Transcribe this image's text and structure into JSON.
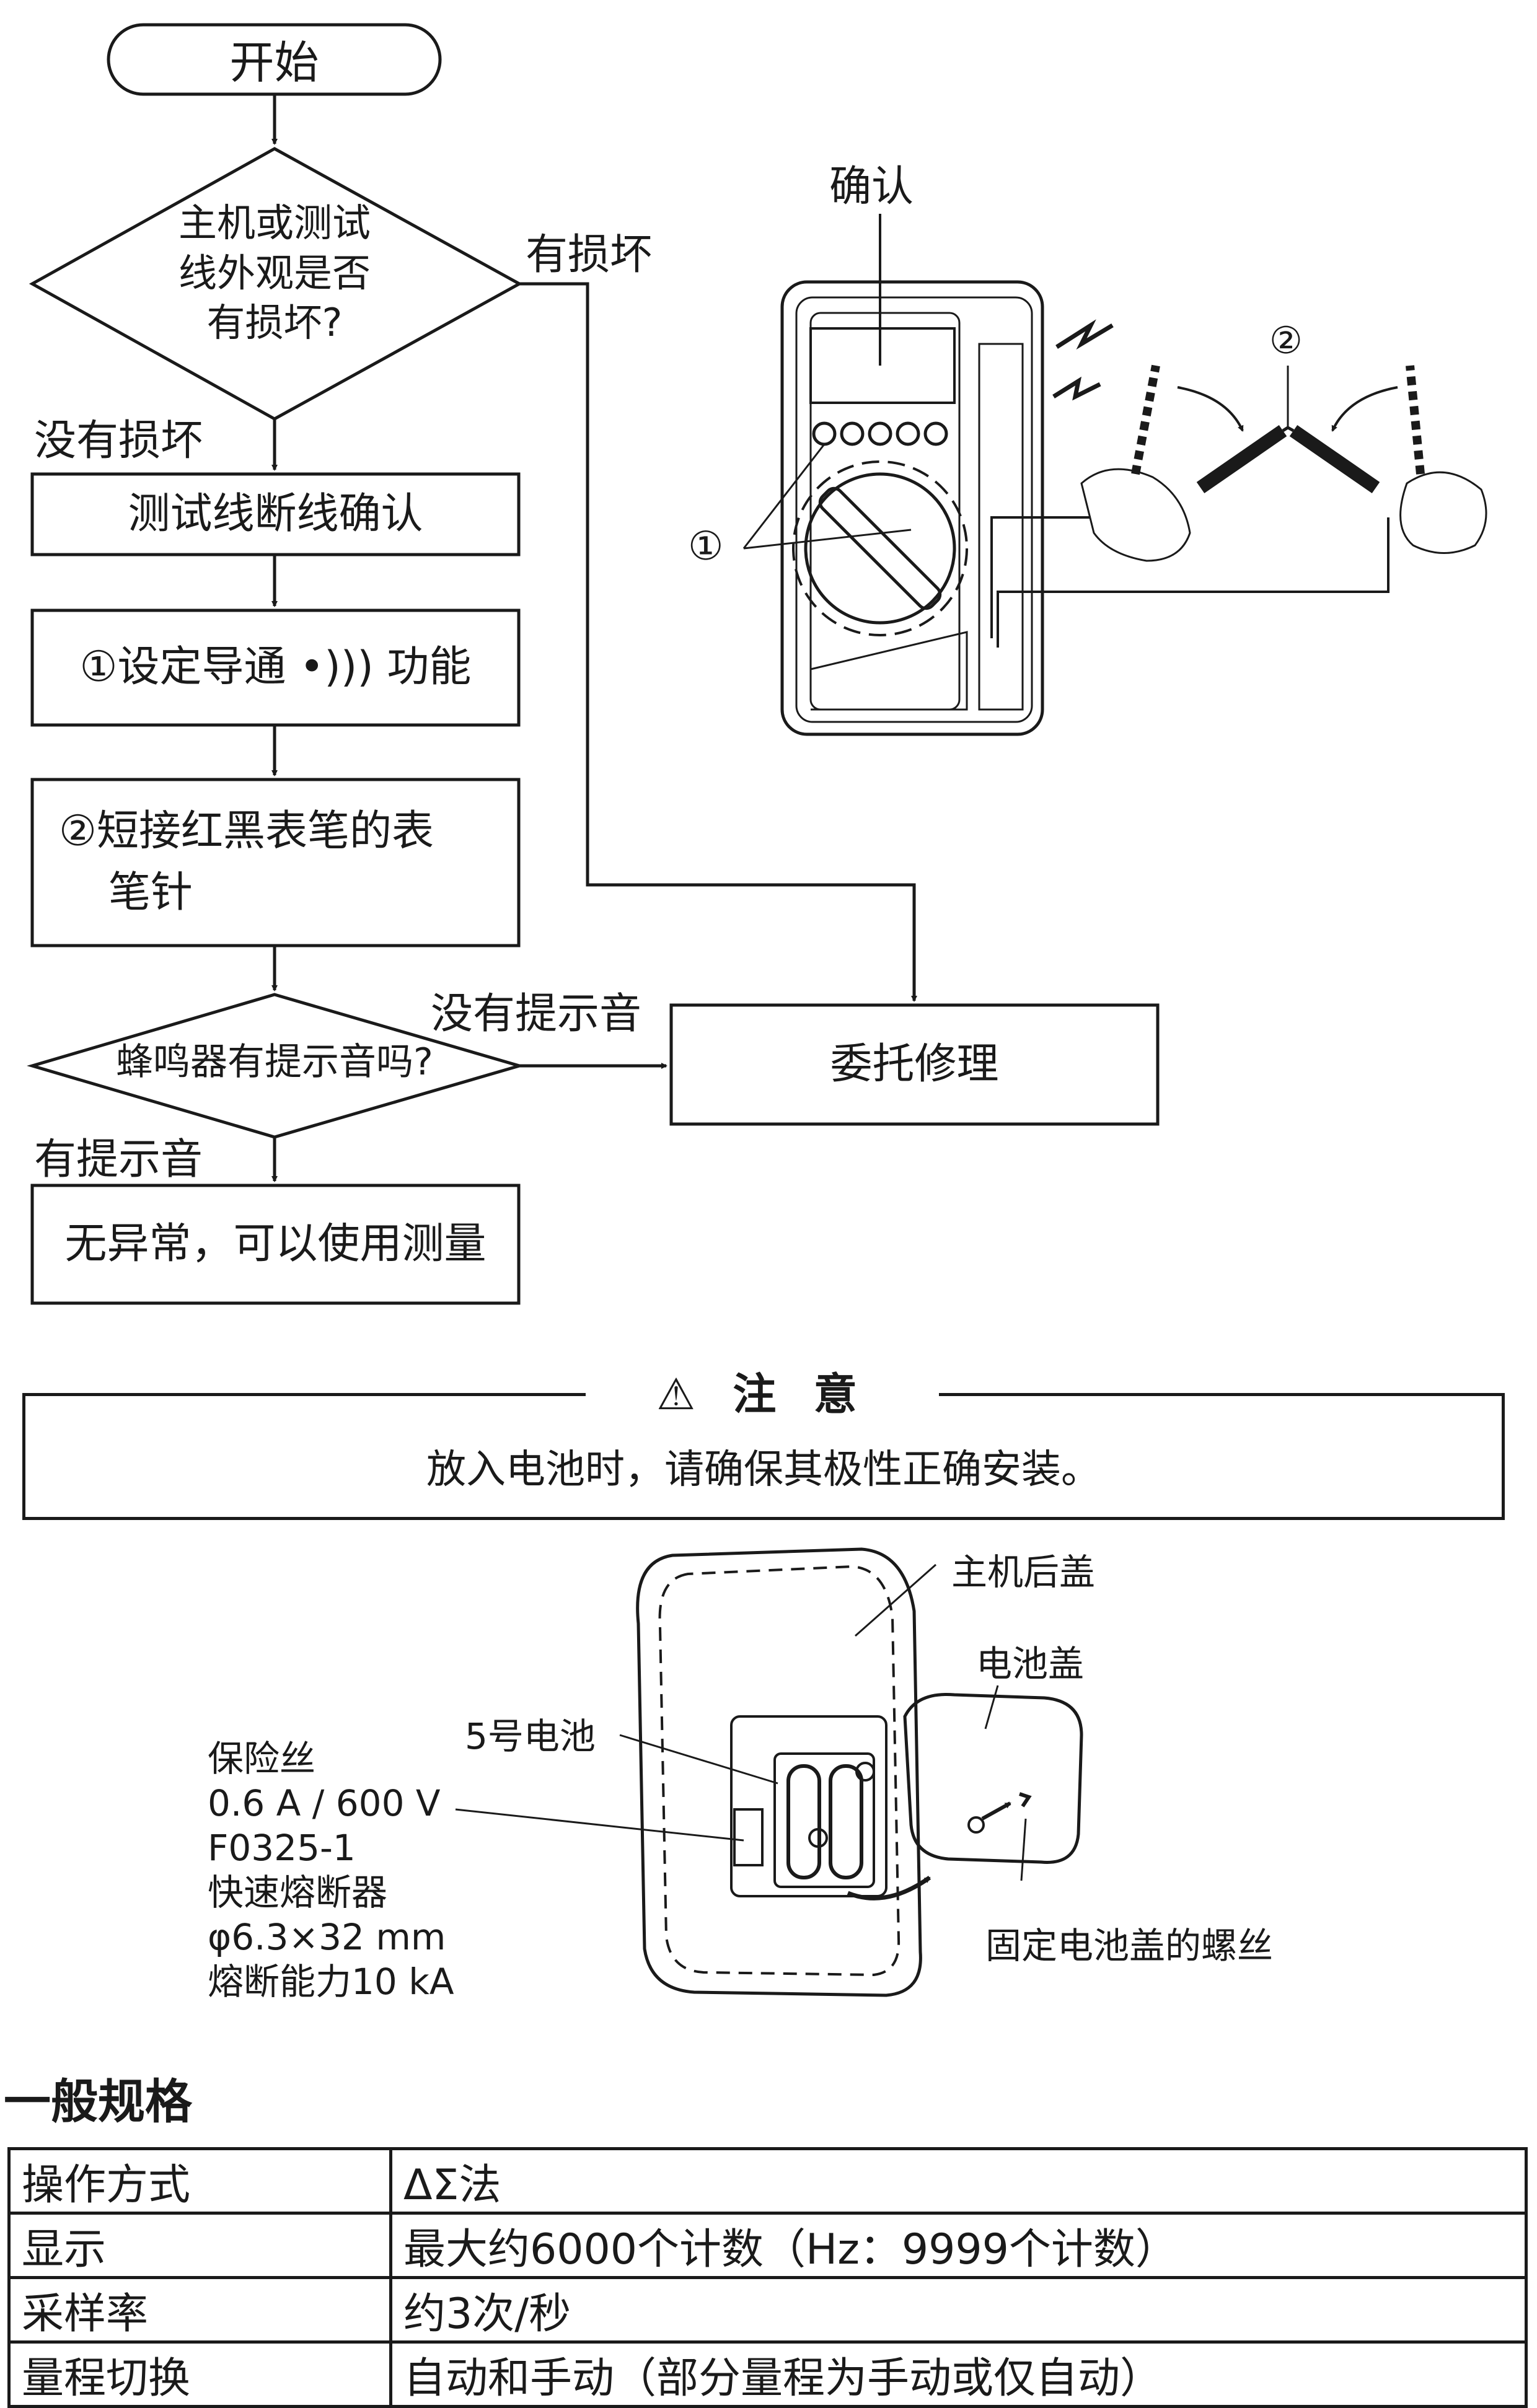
{
  "flowchart": {
    "start": "开始",
    "decision_damage": [
      "主机或测试",
      "线外观是否",
      "有损坏?"
    ],
    "label_damaged": "有损坏",
    "label_not_damaged": "没有损坏",
    "step_check_leads": "测试线断线确认",
    "step_set_continuity": "①设定导通 •))) 功能",
    "step_short_probes": [
      "②短接红黑表笔的表",
      "笔针"
    ],
    "decision_buzzer": "蜂鸣器有提示音吗?",
    "label_no_beep": "没有提示音",
    "label_beep": "有提示音",
    "repair": "委托修理",
    "ok": "无异常，可以使用测量"
  },
  "meter_figure": {
    "confirm_label": "确认",
    "marker_1": "①",
    "marker_2": "②"
  },
  "notice": {
    "title": "⚠ 注 意",
    "body": "放入电池时，请确保其极性正确安装。"
  },
  "battery_figure": {
    "rear_cover": "主机后盖",
    "battery_cover": "电池盖",
    "battery": "5号电池",
    "screw": "固定电池盖的螺丝",
    "fuse_lines": [
      "保险丝",
      "0.6 A / 600 V",
      "F0325-1",
      "快速熔断器",
      "φ6.3×32 mm",
      "熔断能力10 kA"
    ]
  },
  "specs": {
    "title": "一般规格",
    "rows": [
      {
        "key": "操作方式",
        "value": "ΔΣ法"
      },
      {
        "key": "显示",
        "value": "最大约6000个计数（Hz：9999个计数）"
      },
      {
        "key": "采样率",
        "value": "约3次/秒"
      },
      {
        "key": "量程切换",
        "value": "自动和手动（部分量程为手动或仅自动）"
      }
    ]
  }
}
